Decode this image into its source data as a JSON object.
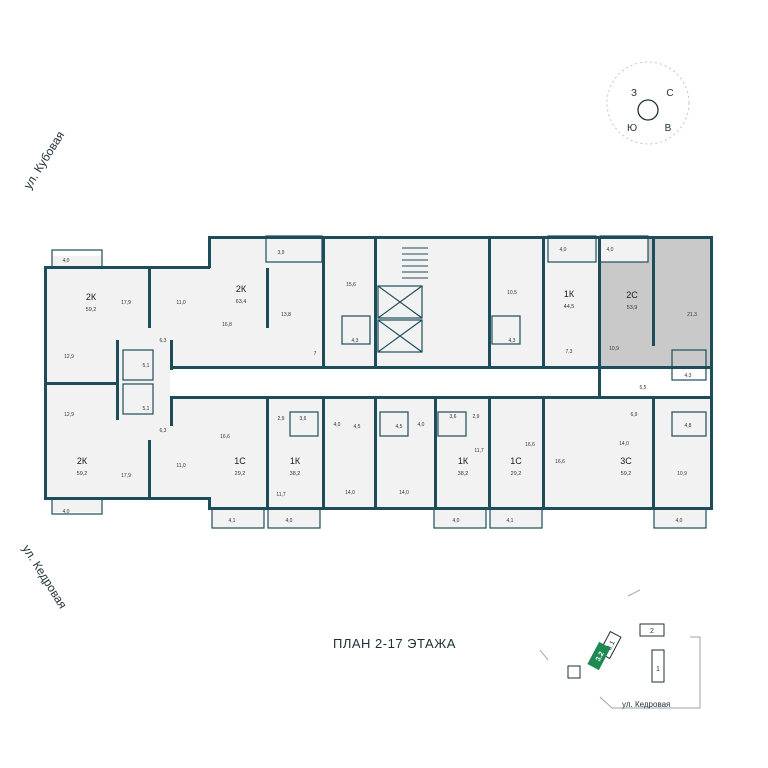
{
  "plan_title": "ПЛАН 2-17 ЭТАЖА",
  "streets": {
    "top_left": "ул. Кубовая",
    "bottom_left": "ул. Кедровая",
    "minimap": "ул. Кедровая"
  },
  "compass": {
    "north": "С",
    "west": "З",
    "south": "Ю",
    "east": "В"
  },
  "minimap": {
    "sections": [
      "1",
      "2",
      "3.1",
      "3.2"
    ]
  },
  "apartments": [
    {
      "type": "2К",
      "area": "59,2"
    },
    {
      "type": "2К",
      "area": "63,4"
    },
    {
      "type": "1К",
      "area": "44,5"
    },
    {
      "type": "2С",
      "area": "53,9"
    },
    {
      "type": "2К",
      "area": "59,2"
    },
    {
      "type": "1С",
      "area": "29,2"
    },
    {
      "type": "1К",
      "area": "38,2"
    },
    {
      "type": "1К",
      "area": "38,2"
    },
    {
      "type": "1С",
      "area": "29,2"
    },
    {
      "type": "3С",
      "area": "59,2"
    }
  ],
  "rooms": [
    "4,0",
    "17,9",
    "11,0",
    "12,9",
    "6,3",
    "5,1",
    "3,9",
    "13,8",
    "15,6",
    "16,8",
    "7",
    "4,3",
    "10,5",
    "4,0",
    "4,3",
    "7,3",
    "4,0",
    "21,3",
    "10,9",
    "5,5",
    "4,3",
    "12,9",
    "5,1",
    "6,3",
    "17,9",
    "11,0",
    "4,0",
    "16,6",
    "2,9",
    "3,6",
    "4,5",
    "4,5",
    "3,6",
    "2,9",
    "16,6",
    "4,0",
    "4,0",
    "11,7",
    "14,0",
    "14,0",
    "11,7",
    "16,6",
    "14,0",
    "10,9",
    "6,9",
    "4,8",
    "4,1",
    "4,0",
    "4,0",
    "4,1",
    "4,0"
  ],
  "highlight_color": "#c9c9c9",
  "wall_color": "#1d4d5b",
  "accent_color": "#1e8a52"
}
